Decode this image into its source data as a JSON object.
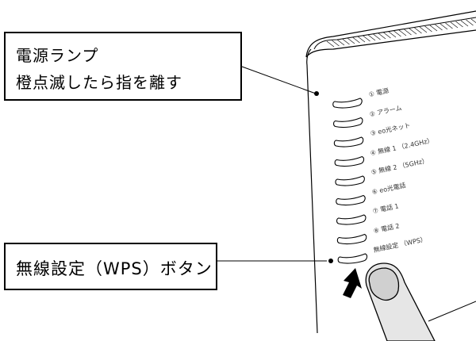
{
  "callouts": {
    "power": {
      "title": "電源ランプ",
      "instruction": "橙点滅したら指を離す"
    },
    "wps": {
      "title": "無線設定（WPS）ボタン"
    }
  },
  "device": {
    "led_labels": [
      "① 電源",
      "② アラーム",
      "③ eo光ネット",
      "④ 無線 1 （2.4GHz）",
      "⑤ 無線 2 （5GHz）",
      "⑥ eo光電話",
      "⑦ 電話 1",
      "⑧ 電話 2",
      "無線設定 （WPS）"
    ]
  },
  "icons": {
    "arrow": "up-arrow-icon",
    "finger": "finger-press-icon"
  },
  "colors": {
    "line": "#000000",
    "finger_fill": "#e6e6e6",
    "fingernail_fill": "#d0d0d0"
  }
}
